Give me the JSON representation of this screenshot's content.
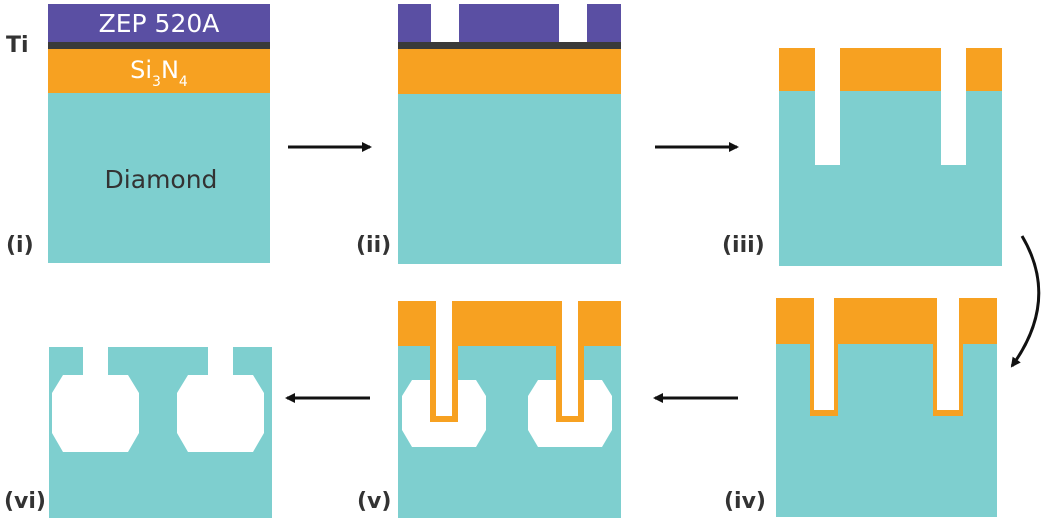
{
  "colors": {
    "diamond": "#7ecfcf",
    "sin": "#f7a121",
    "zep": "#5a4fa3",
    "ti": "#3a3a3a",
    "arrow": "#111111",
    "label": "#333333"
  },
  "layers": {
    "zep": "ZEP 520A",
    "ti": "Ti",
    "sin_base": "Si",
    "sin_sub1": "3",
    "sin_mid": "N",
    "sin_sub2": "4",
    "diamond": "Diamond"
  },
  "steps": [
    {
      "id": "i",
      "label": "(i)"
    },
    {
      "id": "ii",
      "label": "(ii)"
    },
    {
      "id": "iii",
      "label": "(iii)"
    },
    {
      "id": "iv",
      "label": "(iv)"
    },
    {
      "id": "v",
      "label": "(v)"
    },
    {
      "id": "vi",
      "label": "(vi)"
    }
  ]
}
